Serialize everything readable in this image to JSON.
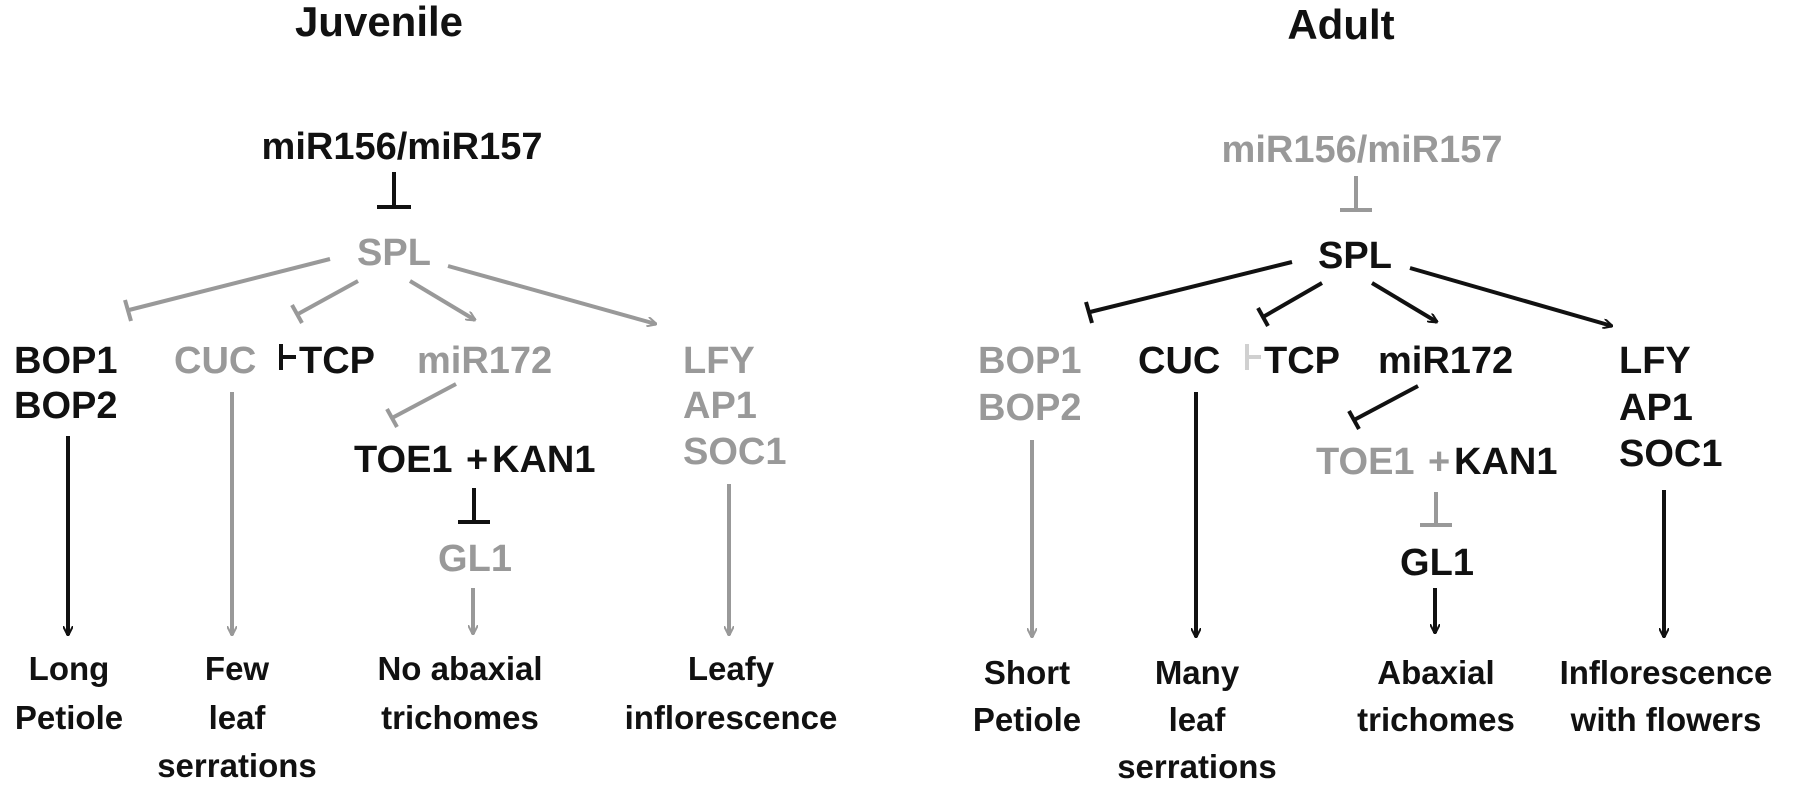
{
  "colors": {
    "on": "#111111",
    "off": "#999999",
    "faint": "#d0d0d0"
  },
  "panels": {
    "juvenile": {
      "title": "Juvenile",
      "mir156": "miR156/miR157",
      "spl": "SPL",
      "bop1": "BOP1",
      "bop2": "BOP2",
      "cuc": "CUC",
      "tcp": "TCP",
      "mir172": "miR172",
      "toe1": "TOE1",
      "plus": "+",
      "kan1": "KAN1",
      "gl1": "GL1",
      "lfy": "LFY",
      "ap1": "AP1",
      "soc1": "SOC1",
      "out_petiole": [
        "Long",
        "Petiole"
      ],
      "out_serrations": [
        "Few",
        "leaf",
        "serrations"
      ],
      "out_trichomes": [
        "No abaxial",
        "trichomes"
      ],
      "out_inflorescence": [
        "Leafy",
        "inflorescence"
      ]
    },
    "adult": {
      "title": "Adult",
      "mir156": "miR156/miR157",
      "spl": "SPL",
      "bop1": "BOP1",
      "bop2": "BOP2",
      "cuc": "CUC",
      "tcp": "TCP",
      "mir172": "miR172",
      "toe1": "TOE1",
      "plus": "+",
      "kan1": "KAN1",
      "gl1": "GL1",
      "lfy": "LFY",
      "ap1": "AP1",
      "soc1": "SOC1",
      "out_petiole": [
        "Short",
        "Petiole"
      ],
      "out_serrations": [
        "Many",
        "leaf",
        "serrations"
      ],
      "out_trichomes": [
        "Abaxial",
        "trichomes"
      ],
      "out_inflorescence": [
        "Inflorescence",
        "with flowers"
      ]
    }
  }
}
